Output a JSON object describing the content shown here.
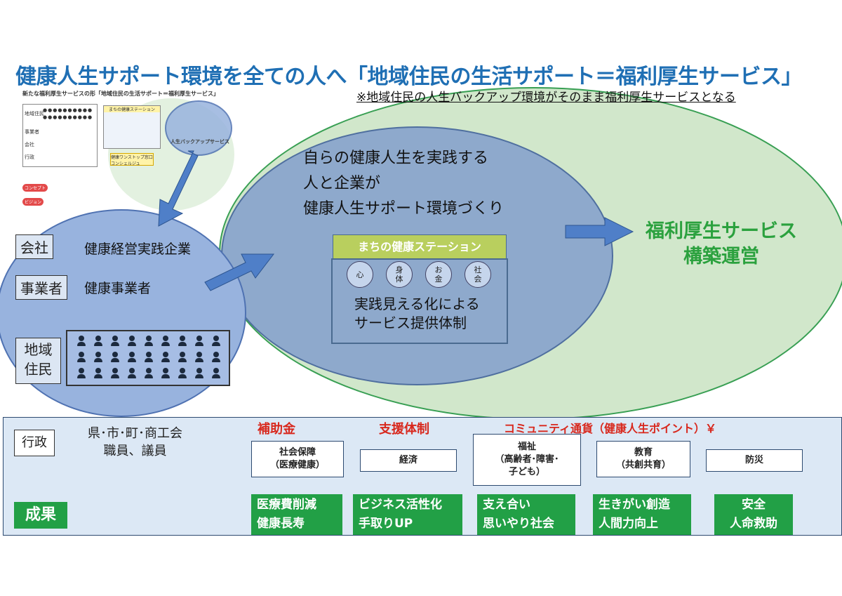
{
  "title": "健康人生サポート環境を全ての人へ「地域住民の生活サポート＝福利厚生サービス」",
  "subtitle": "※地域住民の人生バックアップ環境がそのまま福利厚生サービスとなる",
  "mini": {
    "title": "新たな福利厚生サービスの形「地域住民の生活サポート＝福利厚生サービス」",
    "station": "まちの健康ステーション",
    "backup": "人生バックアップサービス",
    "concierge": "健康ワンストップ窓口 コンシェルジュ",
    "concept": "コンセプト",
    "vision": "ビジョン",
    "rows": [
      "地域住民",
      "事業者",
      "会社",
      "行政"
    ]
  },
  "left": {
    "company_label": "会社",
    "company_text": "健康経営実践企業",
    "business_label": "事業者",
    "business_text": "健康事業者",
    "residents_label_1": "地域",
    "residents_label_2": "住民"
  },
  "middle": {
    "line1": "自らの健康人生を実践する",
    "line2": "人と企業が",
    "line3": "健康人生サポート環境づくり",
    "station": "まちの健康ステーション",
    "circles": [
      "心",
      "身\n体",
      "お\n金",
      "社\n会"
    ],
    "station_line1": "実践見える化による",
    "station_line2": "サービス提供体制"
  },
  "right": {
    "line1": "福利厚生サービス",
    "line2": "構築運営"
  },
  "admin": {
    "label": "行政",
    "line1": "県･市･町･商工会",
    "line2": "職員、議員",
    "heading_subsidy": "補助金",
    "heading_support": "支援体制",
    "heading_currency": "コミュニティ通貨（健康人生ポイント）￥",
    "boxes": [
      {
        "line1": "社会保障",
        "line2": "（医療健康）"
      },
      {
        "line1": "経済",
        "line2": ""
      },
      {
        "line1": "福祉",
        "line2": "（高齢者･障害･",
        "line3": "子ども）"
      },
      {
        "line1": "教育",
        "line2": "（共創共育）"
      },
      {
        "line1": "防災",
        "line2": ""
      }
    ]
  },
  "results": {
    "label": "成果",
    "items": [
      {
        "line1": "医療費削減",
        "line2": "健康長寿"
      },
      {
        "line1": "ビジネス活性化",
        "line2": "手取りUP"
      },
      {
        "line1": "支え合い",
        "line2": "思いやり社会"
      },
      {
        "line1": "生きがい創造",
        "line2": "人間力向上"
      },
      {
        "line1": "安全",
        "line2": "人命救助"
      }
    ]
  },
  "colors": {
    "title_blue": "#1f6fb4",
    "green": "#22a046",
    "red": "#d8281d",
    "station_green": "#b9cf5e"
  }
}
